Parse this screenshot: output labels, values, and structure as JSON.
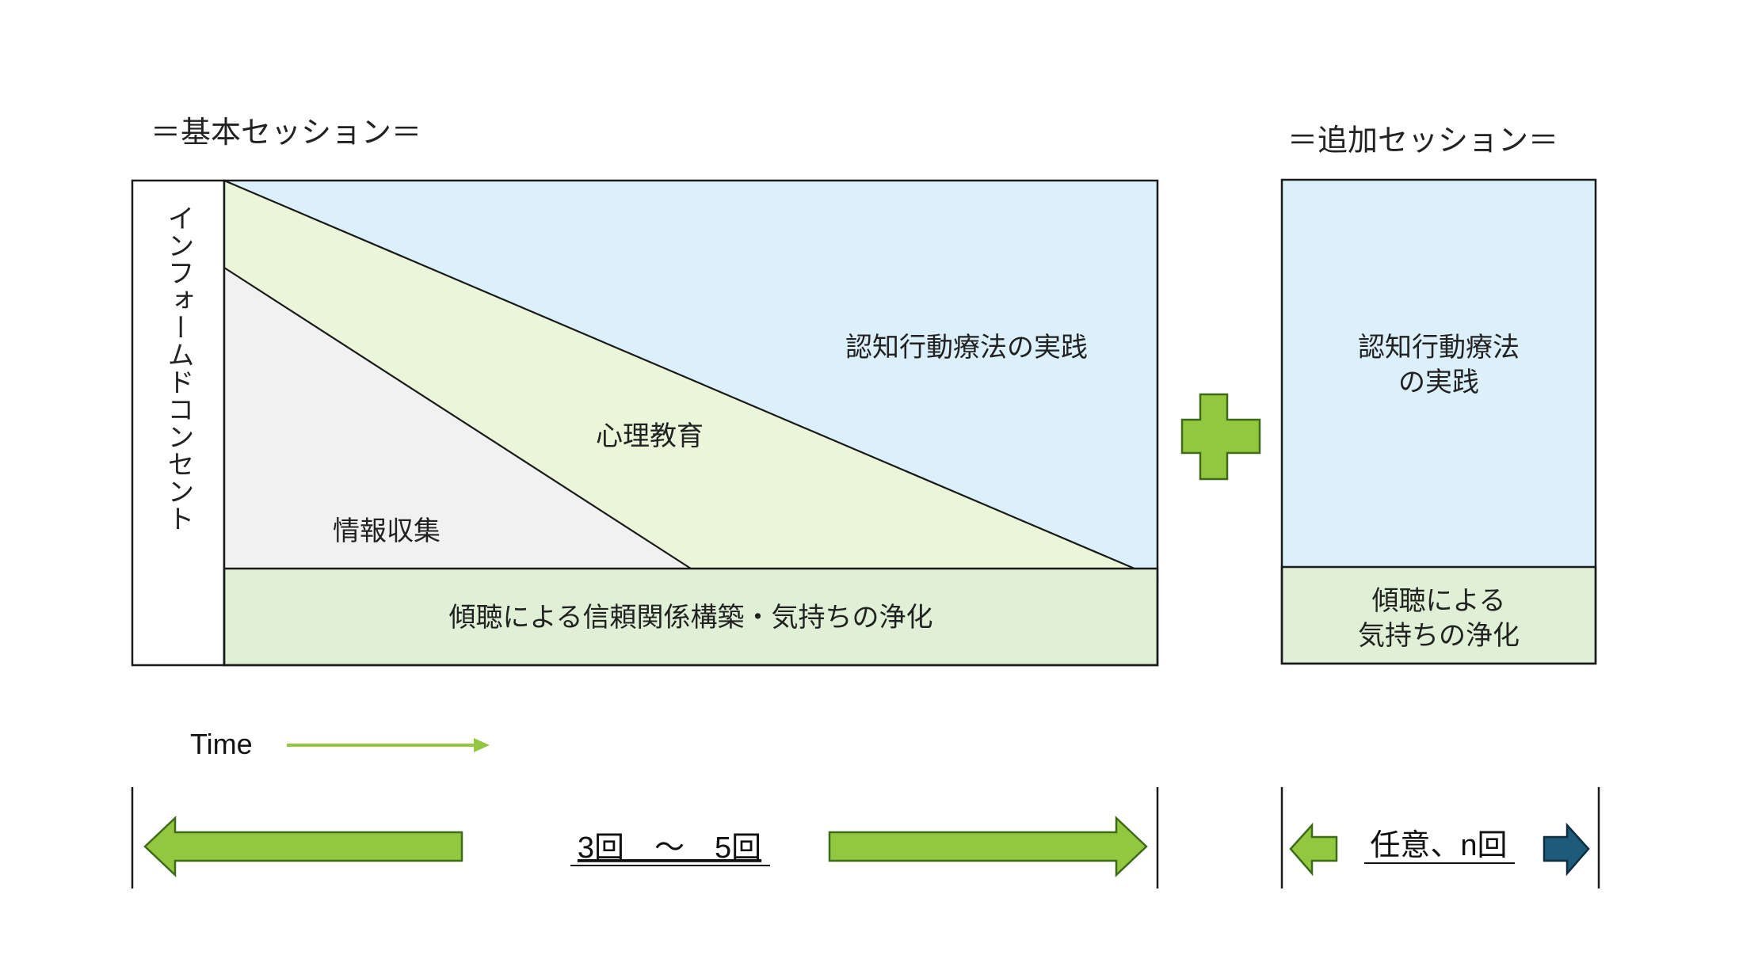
{
  "basic_session": {
    "title": "＝基本セッション＝",
    "informed_consent_label": "インフォームドコンセント",
    "regions": {
      "info_gathering": "情報収集",
      "psychoeducation": "心理教育",
      "cbt_practice": "認知行動療法の実践"
    },
    "foundation_label": "傾聴による信頼関係構築・気持ちの浄化"
  },
  "additional_session": {
    "title": "＝追加セッション＝",
    "cbt_practice_lines": [
      "認知行動療法",
      "の実践"
    ],
    "foundation_lines": [
      "傾聴による",
      "気持ちの浄化"
    ]
  },
  "plus_icon": "plus-icon",
  "time": {
    "label": "Time",
    "arrow_icon": "arrow-right-icon"
  },
  "sessions_count": {
    "basic_label": "3回　～　5回",
    "additional_label": "任意、n回"
  },
  "colors": {
    "cbt_blue": "#DCF0FC",
    "psychoeducation_green": "#EBF5D9",
    "info_gray": "#F1F1F1",
    "foundation_green": "#E0F0D6",
    "accent_green": "#93C740",
    "arrow_teal": "#1E5A7A",
    "outline": "#1A1A1A"
  }
}
